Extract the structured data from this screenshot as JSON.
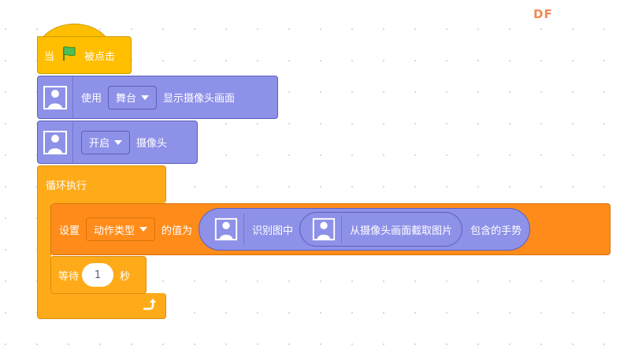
{
  "watermark": "DF",
  "hat_block": {
    "prefix": "当",
    "flag_icon": "green-flag-icon",
    "suffix": "被点击"
  },
  "video_block_1": {
    "label_before": "使用",
    "dropdown": "舞台",
    "label_after": "显示摄像头画面"
  },
  "video_block_2": {
    "dropdown": "开启",
    "label_after": "摄像头"
  },
  "loop": {
    "label": "循环执行",
    "arrow_icon": "loop-arrow-icon"
  },
  "set_block": {
    "label_set": "设置",
    "variable_dropdown": "动作类型",
    "label_value": "的值为",
    "recognize_label": "识别图中",
    "capture_label": "从摄像头画面截取图片",
    "gesture_label": "包含的手势"
  },
  "wait_block": {
    "label": "等待",
    "value": "1",
    "unit": "秒"
  },
  "colors": {
    "events": "#ffbf00",
    "video": "#8e91e8",
    "control": "#ffab19",
    "variables": "#ff8c1a"
  }
}
